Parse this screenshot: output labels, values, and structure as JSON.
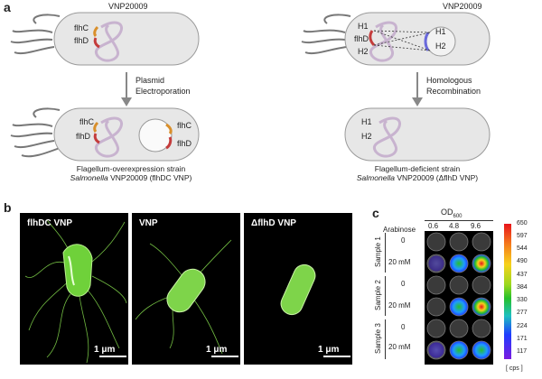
{
  "panel_a": {
    "letter": "a",
    "strain_top_left": "VNP20009",
    "strain_top_right": "VNP20009",
    "gene_flhC": "flhC",
    "gene_flhD": "flhD",
    "h1": "H1",
    "h2": "H2",
    "step_left": [
      "Plasmid",
      "Electroporation"
    ],
    "step_right": [
      "Homologous",
      "Recombination"
    ],
    "caption_left": [
      "Flagellum-overexpression strain",
      "Salmonella",
      " VNP20009 (flhDC VNP)"
    ],
    "caption_right": [
      "Flagellum-deficient strain",
      "Salmonella",
      " VNP20009 (ΔflhD VNP)"
    ]
  },
  "panel_b": {
    "letter": "b",
    "titles": [
      "flhDC VNP",
      "VNP",
      "ΔflhD VNP"
    ],
    "scale": "1 μm"
  },
  "panel_c": {
    "letter": "c",
    "od_label": "OD",
    "od_sub": "600",
    "od_values": [
      "0.6",
      "4.8",
      "9.6"
    ],
    "arabinose": "Arabinose",
    "conc_0": "0",
    "conc_20": "20 mM",
    "samples": [
      "Sample 1",
      "Sample 2",
      "Sample 3"
    ],
    "colorbar_ticks": [
      "650",
      "597",
      "544",
      "490",
      "437",
      "384",
      "330",
      "277",
      "224",
      "171",
      "117"
    ],
    "colorbar_unit": "[ cps ]",
    "colors": {
      "cbar_top": "#e8141b",
      "cbar_mid": "#26c02a",
      "cbar_low": "#1e3cff",
      "cbar_bottom": "#7a1be0"
    }
  }
}
